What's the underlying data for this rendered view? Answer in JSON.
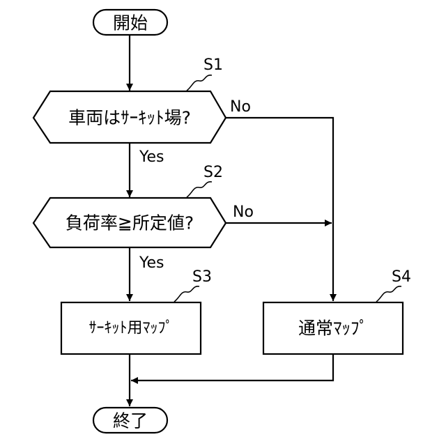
{
  "nodes": {
    "start": "開始",
    "s1": "車両はｻｰｷｯﾄ場?",
    "s2": "負荷率≧所定値?",
    "s3": "ｻｰｷｯﾄ用ﾏｯﾌﾟ",
    "s4": "通常ﾏｯﾌﾟ",
    "end": "終了"
  },
  "steps": {
    "s1": "S1",
    "s2": "S2",
    "s3": "S3",
    "s4": "S4"
  },
  "branches": {
    "s1_yes": "Yes",
    "s1_no": "No",
    "s2_yes": "Yes",
    "s2_no": "No"
  }
}
